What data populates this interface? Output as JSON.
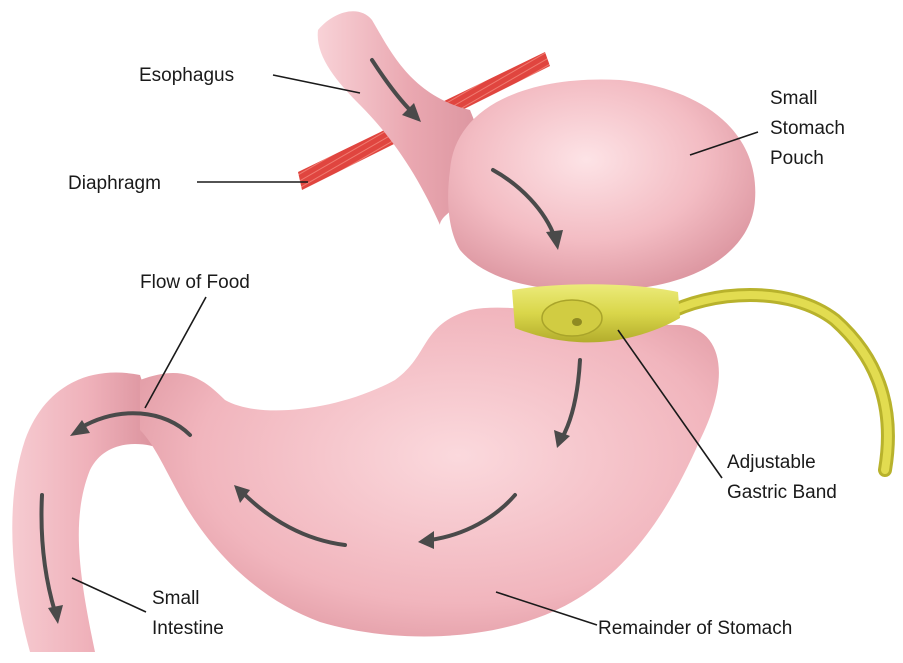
{
  "labels": {
    "esophagus": "Esophagus",
    "diaphragm": "Diaphragm",
    "pouch_1": "Small",
    "pouch_2": "Stomach",
    "pouch_3": "Pouch",
    "flow": "Flow of Food",
    "band_1": "Adjustable",
    "band_2": "Gastric Band",
    "intestine_1": "Small",
    "intestine_2": "Intestine",
    "remainder": "Remainder of Stomach"
  },
  "colors": {
    "tissue": "#f2b9c0",
    "tissue_shadow": "#d98d98",
    "diaphragm": "#e0453f",
    "band": "#d8d64a",
    "tube": "#d6cf3a",
    "arrow": "#4a4a4a",
    "text": "#1a1a1a"
  }
}
